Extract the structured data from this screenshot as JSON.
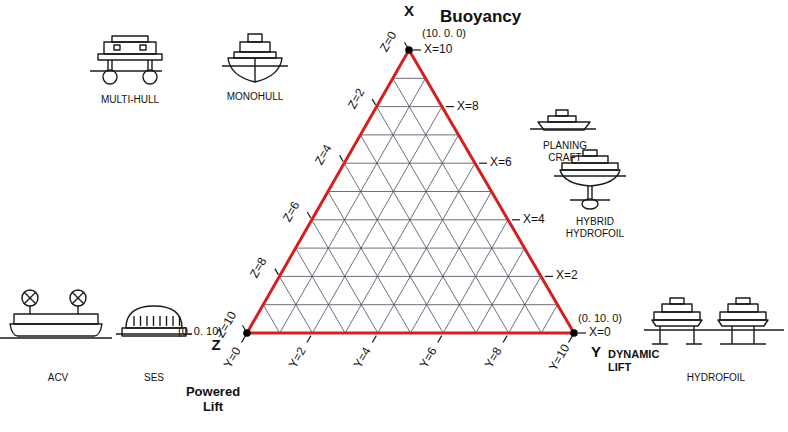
{
  "diagram": {
    "labels": [
      "X=10",
      "X=8",
      "X=6",
      "X=4",
      "X=2",
      "X=0",
      "Z=0",
      "Z=2",
      "Z=4",
      "Z=6",
      "Z=8",
      "Z=10",
      "Y=0",
      "Y=2",
      "Y=4",
      "Y=6",
      "Y=8",
      "Y=10",
      "X",
      "Buoyancy",
      "(10. 0. 0)",
      "Y",
      "DYNAMIC LIFT",
      "(0. 10. 0)",
      "Z",
      "Powered Lift",
      "(0. 0. 10)",
      "MULTI-HULL",
      "MONOHULL",
      "PLANING CRAFT",
      "HYBRID HYDROFOIL",
      "ACV",
      "SES",
      "HYDROFOIL"
    ]
  }
}
